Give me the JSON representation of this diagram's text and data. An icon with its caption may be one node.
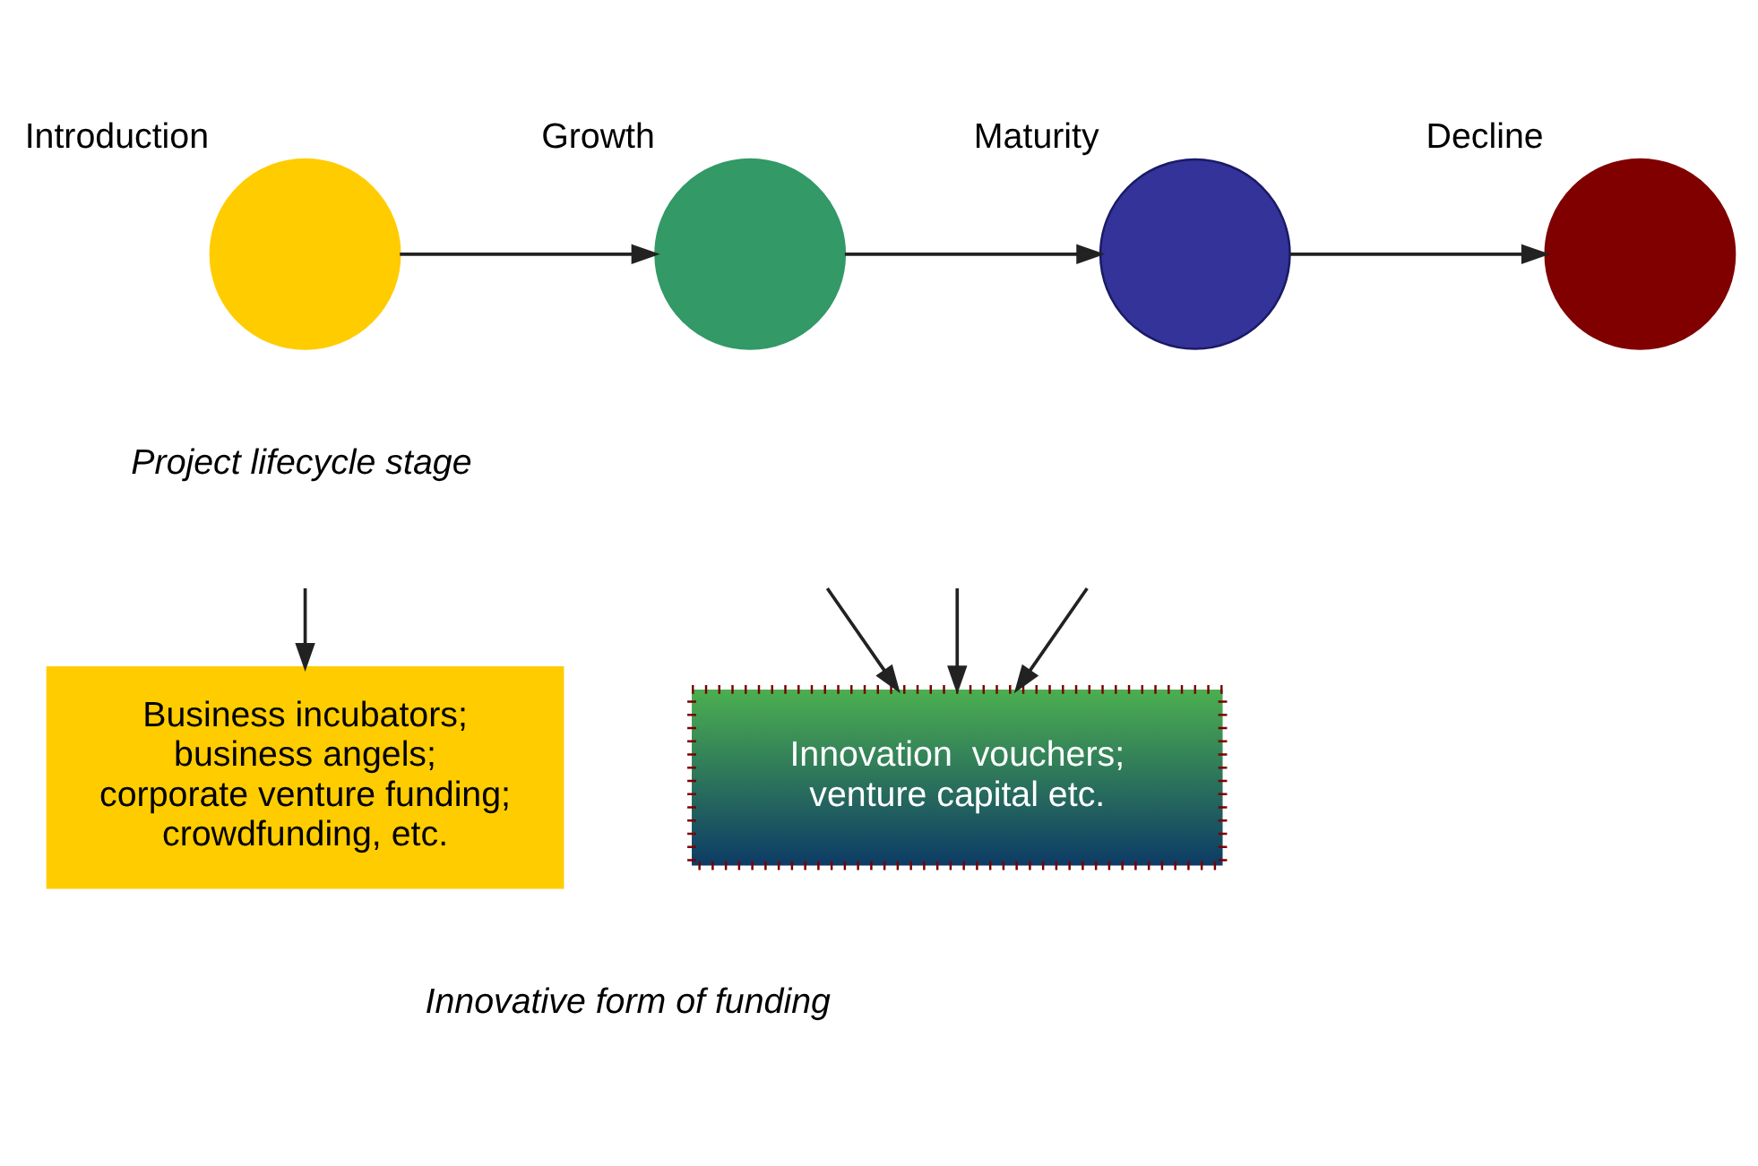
{
  "diagram": {
    "nodes": [
      {
        "text": [
          "Introduction"
        ]
      },
      {
        "text": [
          "Growth"
        ]
      },
      {
        "text": [
          "Maturity"
        ]
      },
      {
        "text": [
          "Decline"
        ]
      },
      {
        "text": [
          "Business incubators; business angels; corporate venture funding; crowdfunding, etc."
        ]
      },
      {
        "text": [
          "Innovation  vouchers; venture capital etc."
        ]
      }
    ],
    "edges": [
      {
        "from": 0,
        "to": 1,
        "arrow": "to"
      },
      {
        "from": 1,
        "to": 2,
        "arrow": "to"
      },
      {
        "from": 2,
        "to": 3,
        "arrow": "to"
      },
      {
        "from": null,
        "to": 4,
        "arrow": "to"
      },
      {
        "from": null,
        "to": 5,
        "arrow": "to"
      },
      {
        "from": null,
        "to": 5,
        "arrow": "to"
      },
      {
        "from": null,
        "to": 5,
        "arrow": "to"
      }
    ],
    "labels": [
      "Project lifecycle stage",
      "Innovative form of funding"
    ]
  }
}
